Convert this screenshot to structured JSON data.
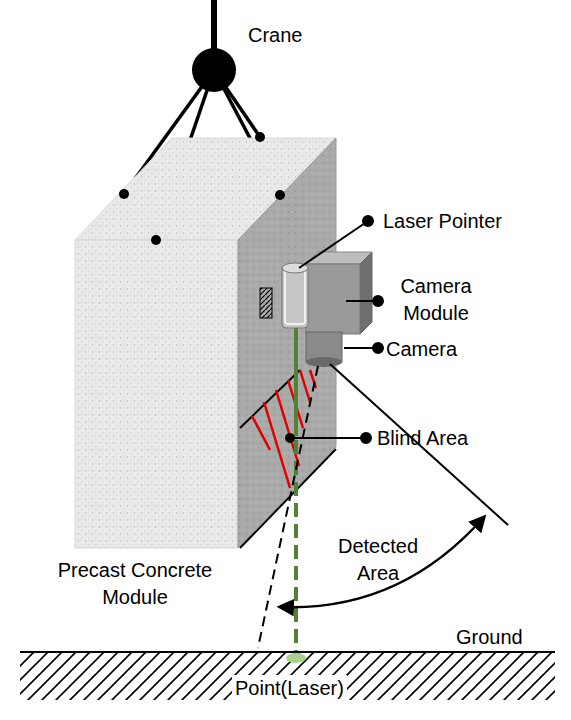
{
  "diagram": {
    "labels": [
      "Crane",
      "Laser Pointer",
      "Camera Module",
      "Camera",
      "Blind Area",
      "Precast Concrete Module",
      "Detected Area",
      "Ground",
      "Point(Laser)"
    ]
  }
}
